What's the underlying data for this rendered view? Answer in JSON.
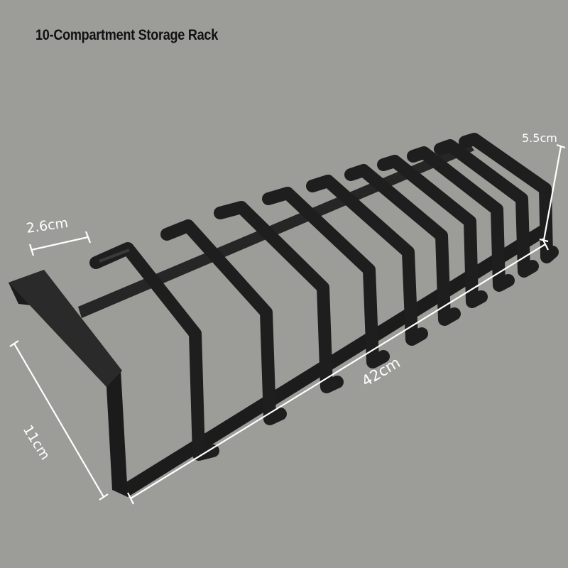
{
  "product": {
    "title": "10-Compartment Storage Rack",
    "compartments": 10
  },
  "dimensions": {
    "length": "42cm",
    "width": "11cm",
    "height": "5.5cm",
    "slot_spacing": "2.6cm"
  },
  "colors": {
    "background": "#9c9d98",
    "rack": "#1e1e1e",
    "rack_highlight": "#3a3a3a",
    "dimension_lines": "#ffffff",
    "title": "#111111"
  }
}
